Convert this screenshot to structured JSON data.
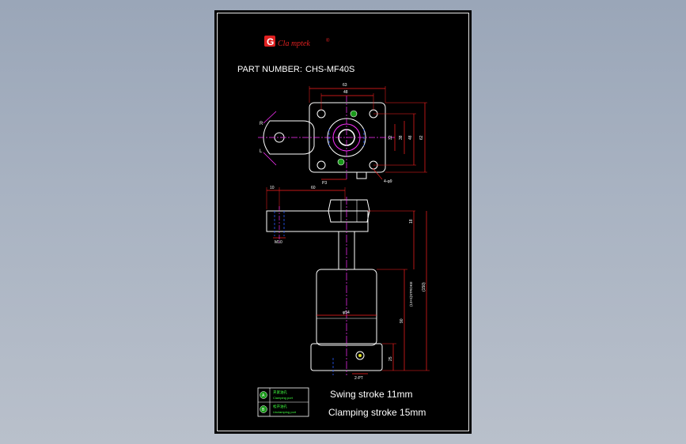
{
  "drawing": {
    "logo": {
      "text": "Cla mptek",
      "mark": "®",
      "letter": "G",
      "color": "#e02020"
    },
    "part_number": {
      "label": "PART NUMBER:",
      "value": "CHS-MF40S"
    },
    "top_view": {
      "dim_outer_width": "63",
      "dim_inner_width": "48",
      "dim_right_1": "32",
      "dim_right_2": "38",
      "dim_right_3": "48",
      "dim_right_4": "62",
      "dim_bottom": "P3",
      "dim_holes": "4-φ9",
      "arm_right_label": "R",
      "arm_left_label": "L"
    },
    "side_view": {
      "dim_arm_offset": "10",
      "dim_arm_length": "60",
      "dim_arm_tip": "M10",
      "dim_top": "18",
      "dim_stroke_label": "(13+5)STROKE",
      "dim_total": "(150)",
      "dim_body_dia": "φ54",
      "dim_body_height": "90",
      "dim_base": "25",
      "dim_port": "2-PT"
    },
    "legend": [
      {
        "mark": "A",
        "cn": "夹紧油孔",
        "en": "Clamping port"
      },
      {
        "mark": "B",
        "cn": "松开油孔",
        "en": "Unclamping port"
      }
    ],
    "notes": {
      "swing": "Swing stroke 11mm",
      "clamping": "Clamping stroke 15mm"
    },
    "colors": {
      "outline": "#ffffff",
      "dimension": "#ff2020",
      "center": "#ff30ff",
      "hidden": "#2a5cff",
      "text": "#ffffff",
      "legend": "#40ff40",
      "sheet": "#000000"
    }
  }
}
